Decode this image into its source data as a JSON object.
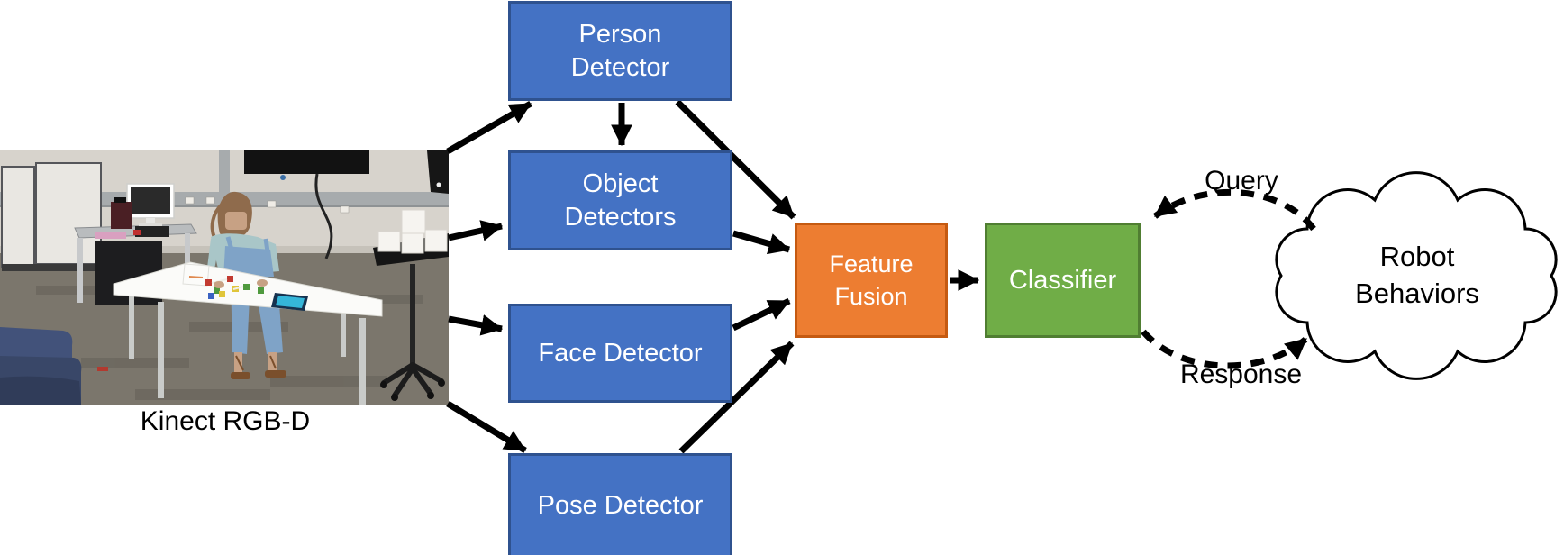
{
  "colors": {
    "node_blue": "#4472C4",
    "node_blue_border": "#2F528F",
    "node_orange": "#ED7D31",
    "node_orange_border": "#C55A11",
    "node_green": "#70AD47",
    "node_green_border": "#507E32",
    "arrow": "#000000",
    "node_text": "#FFFFFF",
    "label_text": "#000000"
  },
  "nodes": {
    "person_detector": {
      "line1": "Person",
      "line2": "Detector"
    },
    "object_detectors": {
      "line1": "Object",
      "line2": "Detectors"
    },
    "face_detector": {
      "label": "Face Detector"
    },
    "pose_detector": {
      "label": "Pose Detector"
    },
    "feature_fusion": {
      "line1": "Feature",
      "line2": "Fusion"
    },
    "classifier": {
      "label": "Classifier"
    },
    "robot_behaviors": {
      "line1": "Robot",
      "line2": "Behaviors"
    }
  },
  "labels": {
    "image_caption": "Kinect RGB-D",
    "query": "Query",
    "response": "Response"
  }
}
